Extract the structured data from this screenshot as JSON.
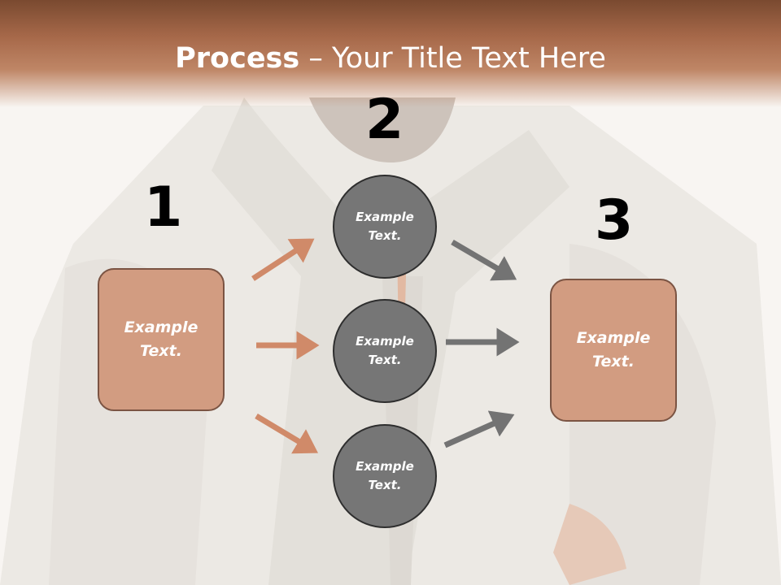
{
  "title": {
    "bold": "Process",
    "rest": " – Your Title Text Here"
  },
  "steps": {
    "one": "1",
    "two": "2",
    "three": "3"
  },
  "left_box": {
    "line1": "Example",
    "line2": "Text."
  },
  "right_box": {
    "line1": "Example",
    "line2": "Text."
  },
  "circles": [
    {
      "line1": "Example",
      "line2": "Text."
    },
    {
      "line1": "Example",
      "line2": "Text."
    },
    {
      "line1": "Example",
      "line2": "Text."
    }
  ],
  "colors": {
    "accent": "#d29c81",
    "circle": "#767676",
    "orange_arrow": "#d08a69",
    "gray_arrow": "#737373",
    "header": "#a7694a"
  }
}
